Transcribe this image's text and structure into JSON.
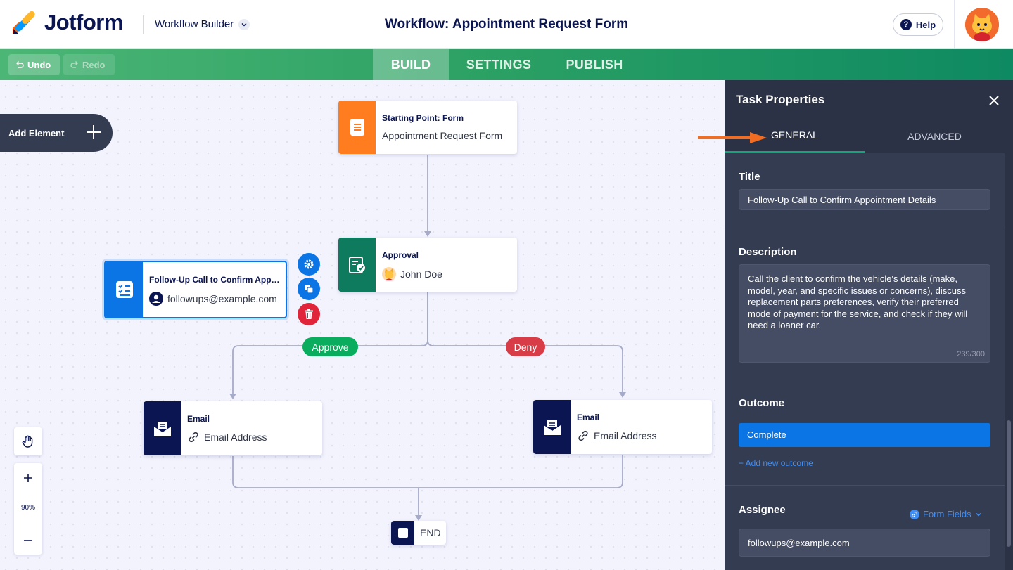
{
  "header": {
    "brand": "Jotform",
    "builder_label": "Workflow Builder",
    "workflow_title": "Workflow: Appointment Request Form",
    "help_label": "Help"
  },
  "toolbar": {
    "undo_label": "Undo",
    "redo_label": "Redo",
    "tabs": [
      {
        "label": "BUILD",
        "active": true
      },
      {
        "label": "SETTINGS",
        "active": false
      },
      {
        "label": "PUBLISH",
        "active": false
      }
    ]
  },
  "canvas": {
    "add_element_label": "Add Element",
    "nodes": {
      "start": {
        "kind": "Starting Point: Form",
        "value": "Appointment Request Form"
      },
      "approval": {
        "kind": "Approval",
        "value": "John Doe"
      },
      "followup": {
        "kind": "Follow-Up Call to Confirm Appointment Details",
        "value": "followups@example.com"
      },
      "email_approve": {
        "kind": "Email",
        "value": "Email Address"
      },
      "email_deny": {
        "kind": "Email",
        "value": "Email Address"
      },
      "end": {
        "value": "END"
      }
    },
    "branches": {
      "approve": "Approve",
      "deny": "Deny"
    },
    "zoom_level": "90%"
  },
  "panel": {
    "title": "Task Properties",
    "tabs": [
      {
        "label": "GENERAL",
        "active": true
      },
      {
        "label": "ADVANCED",
        "active": false
      }
    ],
    "title_label": "Title",
    "title_value": "Follow-Up Call to Confirm Appointment Details",
    "description_label": "Description",
    "description_value": "Call the client to confirm the vehicle's details (make, model, year, and specific issues or concerns), discuss replacement parts preferences, verify their preferred mode of payment for the service, and check if they will need a loaner car.",
    "description_count": "239/300",
    "outcome_label": "Outcome",
    "outcome_value": "Complete",
    "add_outcome_label": "+ Add new outcome",
    "assignee_label": "Assignee",
    "form_fields_label": "Form Fields",
    "assignee_value": "followups@example.com"
  },
  "colors": {
    "primary_dark": "#0a1551",
    "accent_blue": "#0b75e5",
    "approve_green": "#0aac5d",
    "deny_red": "#d83c47",
    "form_orange": "#ff7d1f",
    "approval_green": "#0e7a5e",
    "annotation_arrow": "#f26d21"
  }
}
